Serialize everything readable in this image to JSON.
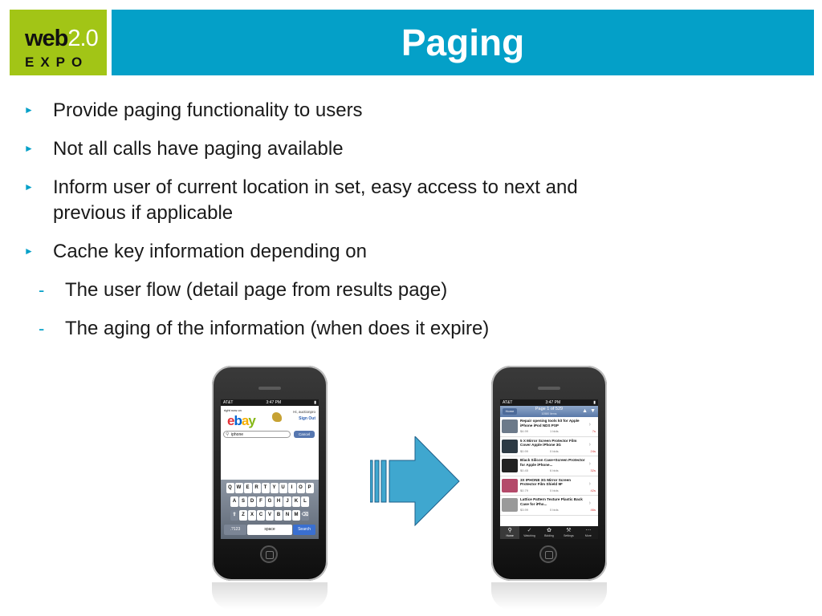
{
  "header": {
    "logo_web": "web",
    "logo_version": "2.0",
    "logo_expo": "EXPO",
    "title": "Paging"
  },
  "bullets": [
    "Provide paging functionality to users",
    "Not all calls have paging available",
    "Inform user of current location in set, easy access to next and",
    "previous if applicable",
    "Cache key information depending on"
  ],
  "subbullets": [
    "The user flow (detail page from results page)",
    "The aging of the information (when does it expire)"
  ],
  "colors": {
    "accent": "#04a0c8",
    "logo": "#a2c516"
  },
  "phone1": {
    "carrier": "AT&T",
    "time": "3:47 PM",
    "tagline": "right now on",
    "user": "Hi, auctionpro",
    "signout": "Sign Out",
    "search_value": "iphone",
    "cancel": "Cancel",
    "keyboard": {
      "row1": [
        "Q",
        "W",
        "E",
        "R",
        "T",
        "Y",
        "U",
        "I",
        "O",
        "P"
      ],
      "row2": [
        "A",
        "S",
        "D",
        "F",
        "G",
        "H",
        "J",
        "K",
        "L"
      ],
      "row3": [
        "Z",
        "X",
        "C",
        "V",
        "B",
        "N",
        "M"
      ],
      "num": ".?123",
      "space": "space",
      "search": "Search"
    }
  },
  "phone2": {
    "carrier": "AT&T",
    "time": "3:47 PM",
    "home": "Home",
    "page": "Page 1 of 529",
    "count": "10580 items",
    "items": [
      {
        "title": "Repair opening tools kit for Apple iPhone iPod NDS PSP",
        "price": "$4.99",
        "bids": "1 bids",
        "time": "7s"
      },
      {
        "title": "5 X Mirror Screen Protector Film Cover Apple iPhone 3G",
        "price": "$0.99",
        "bids": "0 bids",
        "time": "24s"
      },
      {
        "title": "Black Silicon Case+Screen Protector for Apple iPhone...",
        "price": "$0.45",
        "bids": "6 bids",
        "time": "32s"
      },
      {
        "title": "3X IPHONE 3G Mirror Screen Protector Film Shield 9F",
        "price": "$0.79",
        "bids": "0 bids",
        "time": "42s"
      },
      {
        "title": "Lattice Pattern Texture Plastic Back Case for iPho...",
        "price": "$3.99",
        "bids": "0 bids",
        "time": "46s"
      }
    ],
    "tabs": [
      "Home",
      "Watching",
      "Bidding",
      "Settings",
      "More"
    ]
  }
}
